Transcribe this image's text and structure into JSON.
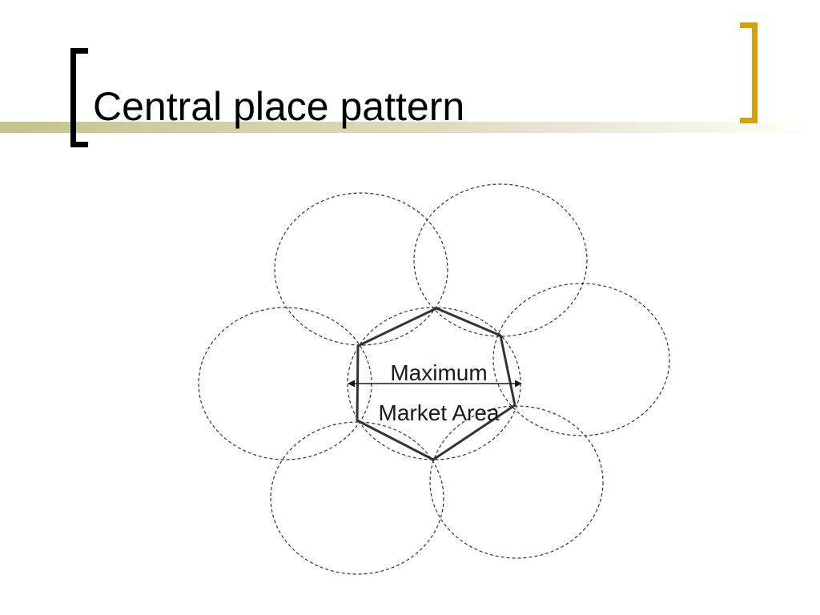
{
  "slide": {
    "title": "Central place pattern",
    "accent_color": "#d4a20a",
    "bar_color": "#c7c79a"
  },
  "diagram": {
    "label_line1": "Maximum",
    "label_line2": "Market Area"
  }
}
